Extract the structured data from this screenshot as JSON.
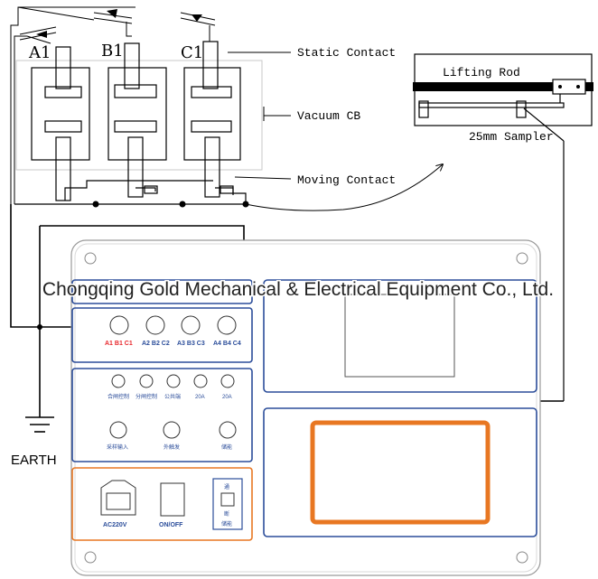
{
  "phases": {
    "a": "A1",
    "b": "B1",
    "c": "C1"
  },
  "labels": {
    "static_contact": "Static Contact",
    "vacuum_cb": "Vacuum CB",
    "moving_contact": "Moving Contact",
    "lifting_rod": "Lifting Rod",
    "sampler": "25mm Sampler",
    "earth": "EARTH"
  },
  "watermark": "Chongqing Gold Mechanical & Electrical Equipment Co., Ltd.",
  "panel": {
    "port_groups": [
      "A1 B1 C1",
      "A2 B2 C2",
      "A3 B3 C3",
      "A4 B4 C4"
    ],
    "control_labels": [
      "合闸控制",
      "分闸控制",
      "公共端",
      "20A",
      "20A"
    ],
    "input_labels": [
      "采样输入",
      "外触发",
      "储能"
    ],
    "power_label": "AC220V",
    "switch_label": "ON/OFF",
    "energy_switch": {
      "top": "通",
      "bottom": "断",
      "label": "储能"
    }
  },
  "colors": {
    "highlight_port": "#e8262b",
    "screen_border": "#e87722",
    "panel_border": "#2b4d9a",
    "wire": "#000000"
  }
}
